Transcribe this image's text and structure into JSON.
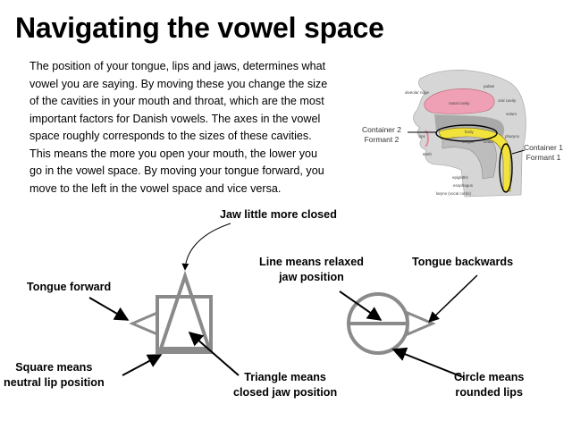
{
  "slide": {
    "title": "Navigating the vowel space",
    "paragraph_lines": [
      "The position of your tongue, lips and jaws, determines what",
      "vowel you are saying. By moving these you change the size",
      "of the cavities in your mouth and throat, which are the most",
      "important factors for Danish vowels. The axes in the vowel",
      "space roughly corresponds to the sizes of these cavities.",
      "This means the more you open your mouth, the lower you",
      "go in the vowel space. By moving your tongue forward, you",
      "move to the left in the vowel space and vice versa."
    ]
  },
  "anatomy": {
    "container2": [
      "Container 2",
      "Formant 2"
    ],
    "container1": [
      "Container 1",
      "Formant 1"
    ],
    "parts": {
      "palate": "palate",
      "alveolar_ridge": "alveolar ridge",
      "nasal_cavity": "nasal cavity",
      "oral_cavity": "oral cavity",
      "velum": "velum",
      "lips": "lips",
      "teeth": "teeth",
      "tongue": "tongue",
      "body": "body",
      "pharynx": "pharynx",
      "uvula": "uvula",
      "epiglottis": "epiglottis",
      "esophagus": "esophagus",
      "larynx": "larynx (vocal cords)"
    }
  },
  "labels": {
    "jaw_closed": "Jaw little more closed",
    "tongue_forward": "Tongue forward",
    "square_lines": [
      "Square means",
      "neutral lip position"
    ],
    "triangle_lines": [
      "Triangle means",
      "closed jaw position"
    ],
    "line_lines": [
      "Line means relaxed",
      "jaw position"
    ],
    "tongue_backwards": "Tongue backwards",
    "circle_lines": [
      "Circle means",
      "rounded lips"
    ]
  },
  "colors": {
    "symbol_stroke": "#8a8a8a",
    "arrow": "#000000",
    "nasal_cavity_fill": "#f0a0b4",
    "vocal_tract_fill": "#f2e23c",
    "tissue_fill": "#cfcfcf"
  }
}
